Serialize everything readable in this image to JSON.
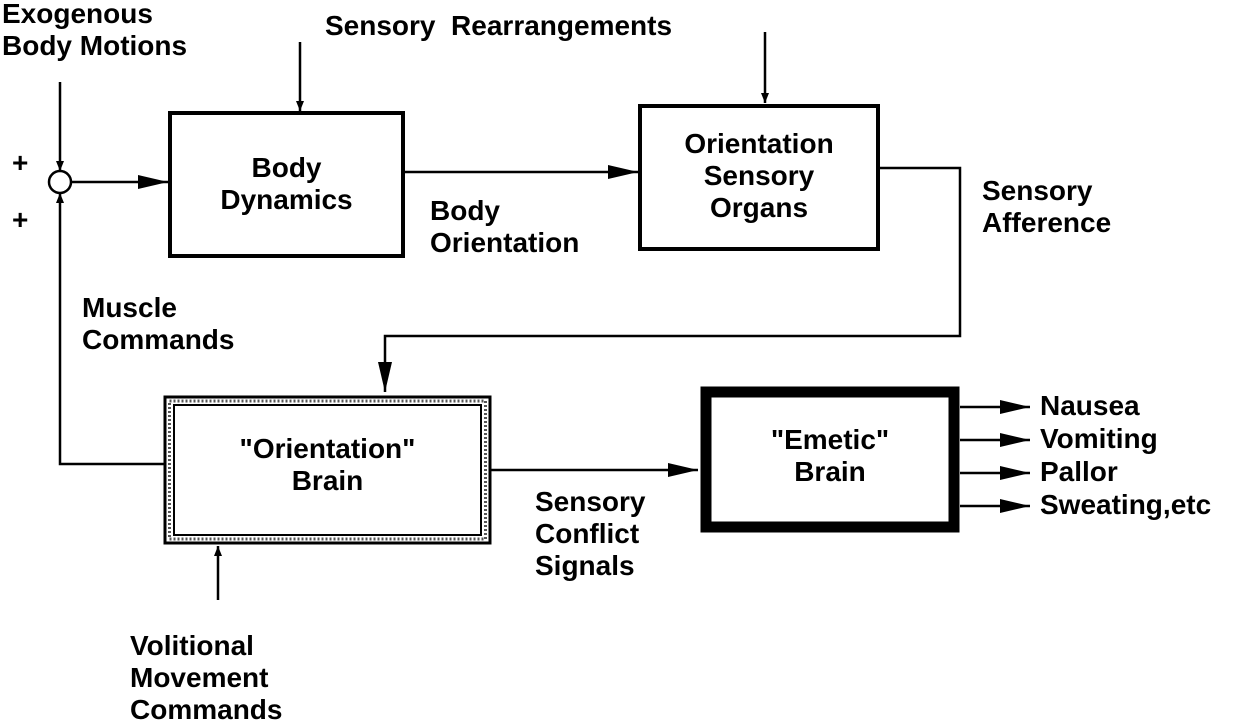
{
  "inputs": {
    "exogenous": [
      "Exogenous",
      "Body Motions"
    ],
    "sensory_rearrangements": "Sensory  Rearrangements",
    "volitional": [
      "Volitional",
      "Movement",
      "Commands"
    ]
  },
  "summing_junction": {
    "plus_top": "+",
    "plus_bottom": "+"
  },
  "blocks": {
    "body_dynamics": [
      "Body",
      "Dynamics"
    ],
    "orientation_organs": [
      "Orientation",
      "Sensory",
      "Organs"
    ],
    "orientation_brain": [
      "\"Orientation\"",
      "Brain"
    ],
    "emetic_brain": [
      "\"Emetic\"",
      "Brain"
    ]
  },
  "signals": {
    "body_orientation": [
      "Body",
      "Orientation"
    ],
    "sensory_afference": [
      "Sensory",
      "Afference"
    ],
    "muscle_commands": [
      "Muscle",
      "Commands"
    ],
    "conflict_signals": [
      "Sensory",
      "Conflict",
      "Signals"
    ]
  },
  "outputs": [
    "Nausea",
    "Vomiting",
    "Pallor",
    "Sweating,etc"
  ]
}
